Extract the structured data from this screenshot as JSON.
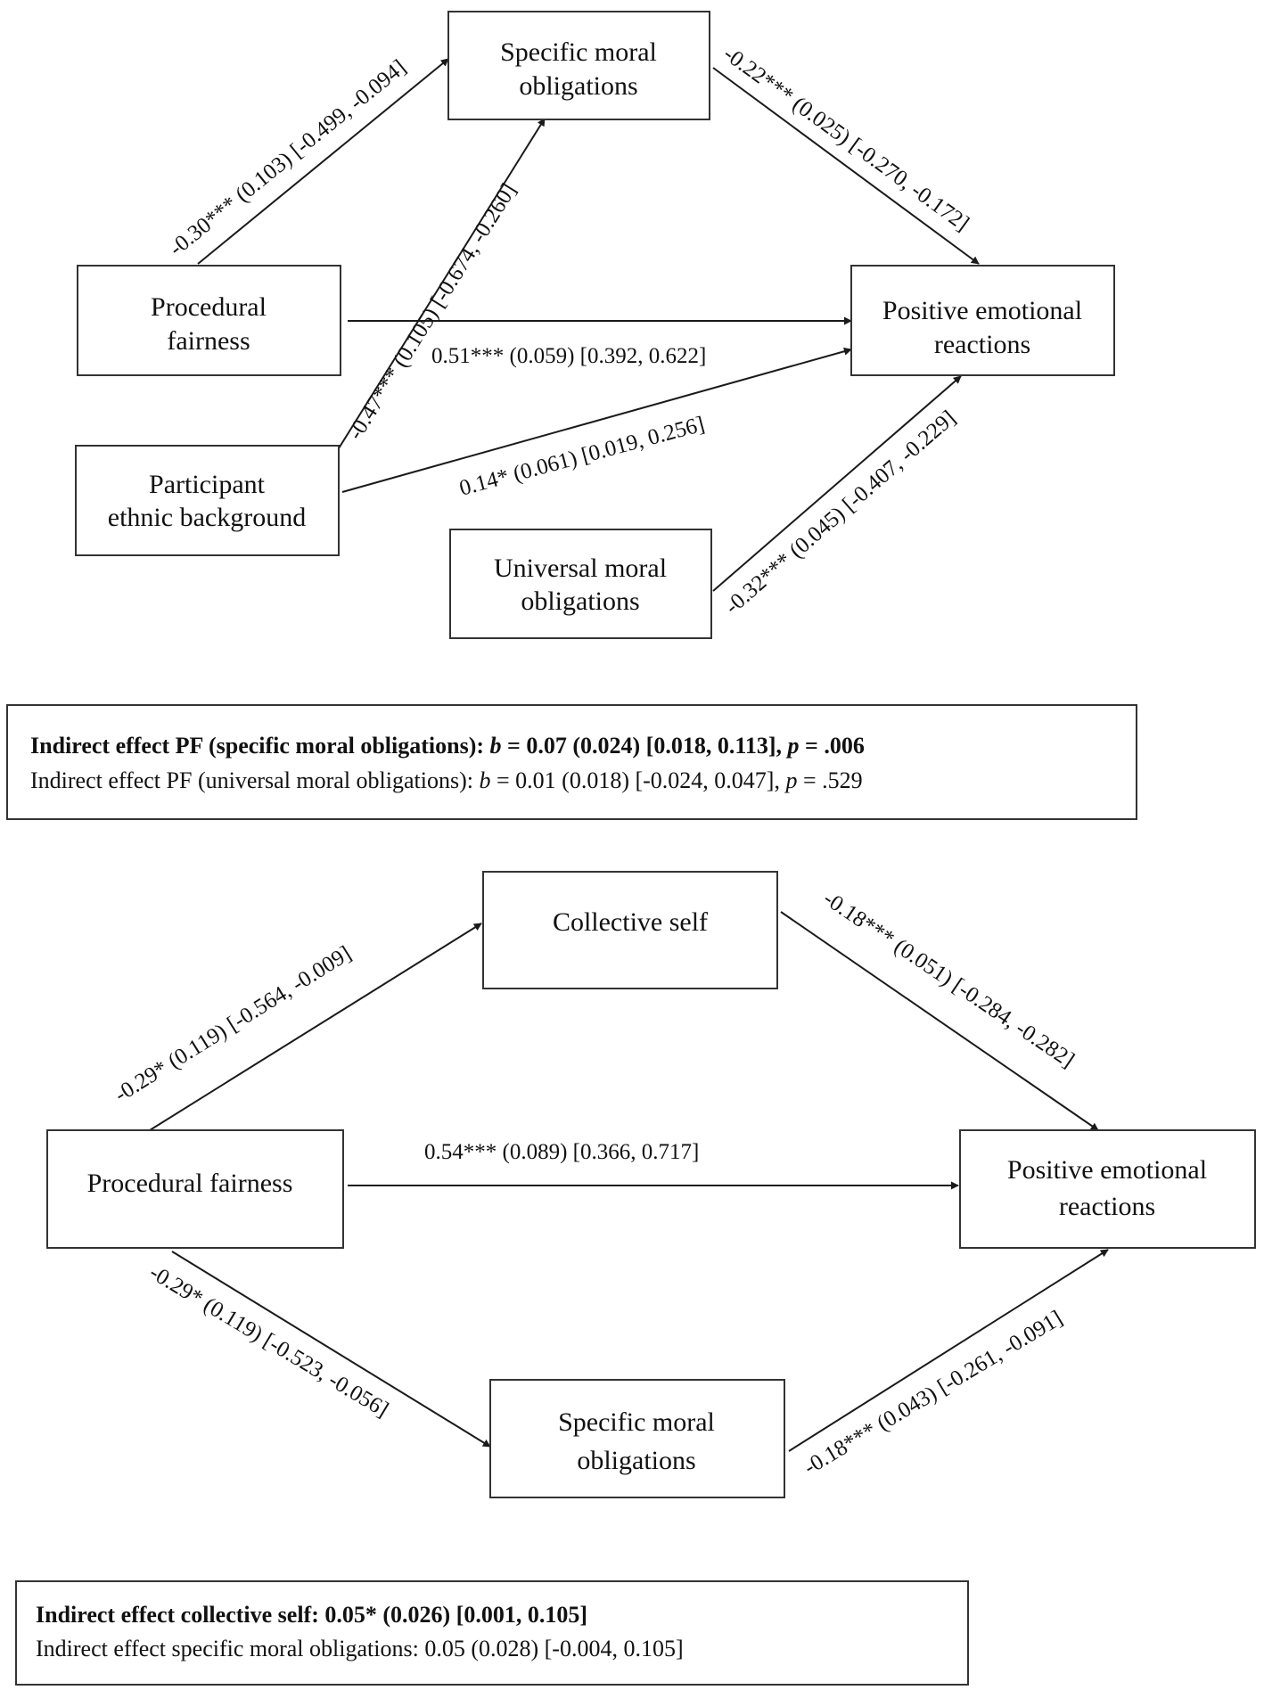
{
  "diagram1": {
    "nodes": {
      "specific_moral": [
        "Specific moral",
        "obligations"
      ],
      "procedural": [
        "Procedural",
        "fairness"
      ],
      "positive": [
        "Positive emotional",
        "reactions"
      ],
      "participant": [
        "Participant",
        "ethnic background"
      ],
      "universal": [
        "Universal moral",
        "obligations"
      ]
    },
    "edges": {
      "pf_to_smo": "-0.30*** (0.103) [-0.499, -0.094]",
      "smo_to_per": "-0.22*** (0.025) [-0.270, -0.172]",
      "peb_to_smo": "-0.47*** (0.105) [-0.674, -0.260]",
      "pf_to_per": "0.51*** (0.059) [0.392, 0.622]",
      "peb_to_per": "0.14* (0.061) [0.019, 0.256]",
      "umo_to_per": "-0.32*** (0.045) [-0.407, -0.229]"
    },
    "effects": {
      "line1": {
        "pre": "Indirect effect PF (specific moral obligations): ",
        "b": "b",
        "mid": " = 0.07 (0.024) [0.018, 0.113], ",
        "p": "p",
        "post": " = .006"
      },
      "line2": {
        "pre": "Indirect effect PF (universal moral obligations): ",
        "b": "b",
        "mid": " = 0.01 (0.018) [-0.024, 0.047], ",
        "p": "p",
        "post": " = .529"
      }
    }
  },
  "diagram2": {
    "nodes": {
      "collective": [
        "Collective self"
      ],
      "procedural": [
        "Procedural fairness"
      ],
      "positive": [
        "Positive emotional",
        "reactions"
      ],
      "specific_moral": [
        "Specific moral",
        "obligations"
      ]
    },
    "edges": {
      "pf_to_cs": "-0.29* (0.119) [-0.564, -0.009]",
      "cs_to_per": "-0.18*** (0.051) [-0.284, -0.282]",
      "pf_to_per": "0.54*** (0.089) [0.366, 0.717]",
      "pf_to_smo": "-0.29* (0.119) [-0.523, -0.056]",
      "smo_to_per": "-0.18*** (0.043) [-0.261, -0.091]"
    },
    "effects": {
      "line1": "Indirect effect collective self: 0.05* (0.026) [0.001, 0.105]",
      "line2_label": "Indirect effect specific moral obligations:",
      "line2_value": " 0.05 (0.028) [-0.004, 0.105]"
    }
  }
}
